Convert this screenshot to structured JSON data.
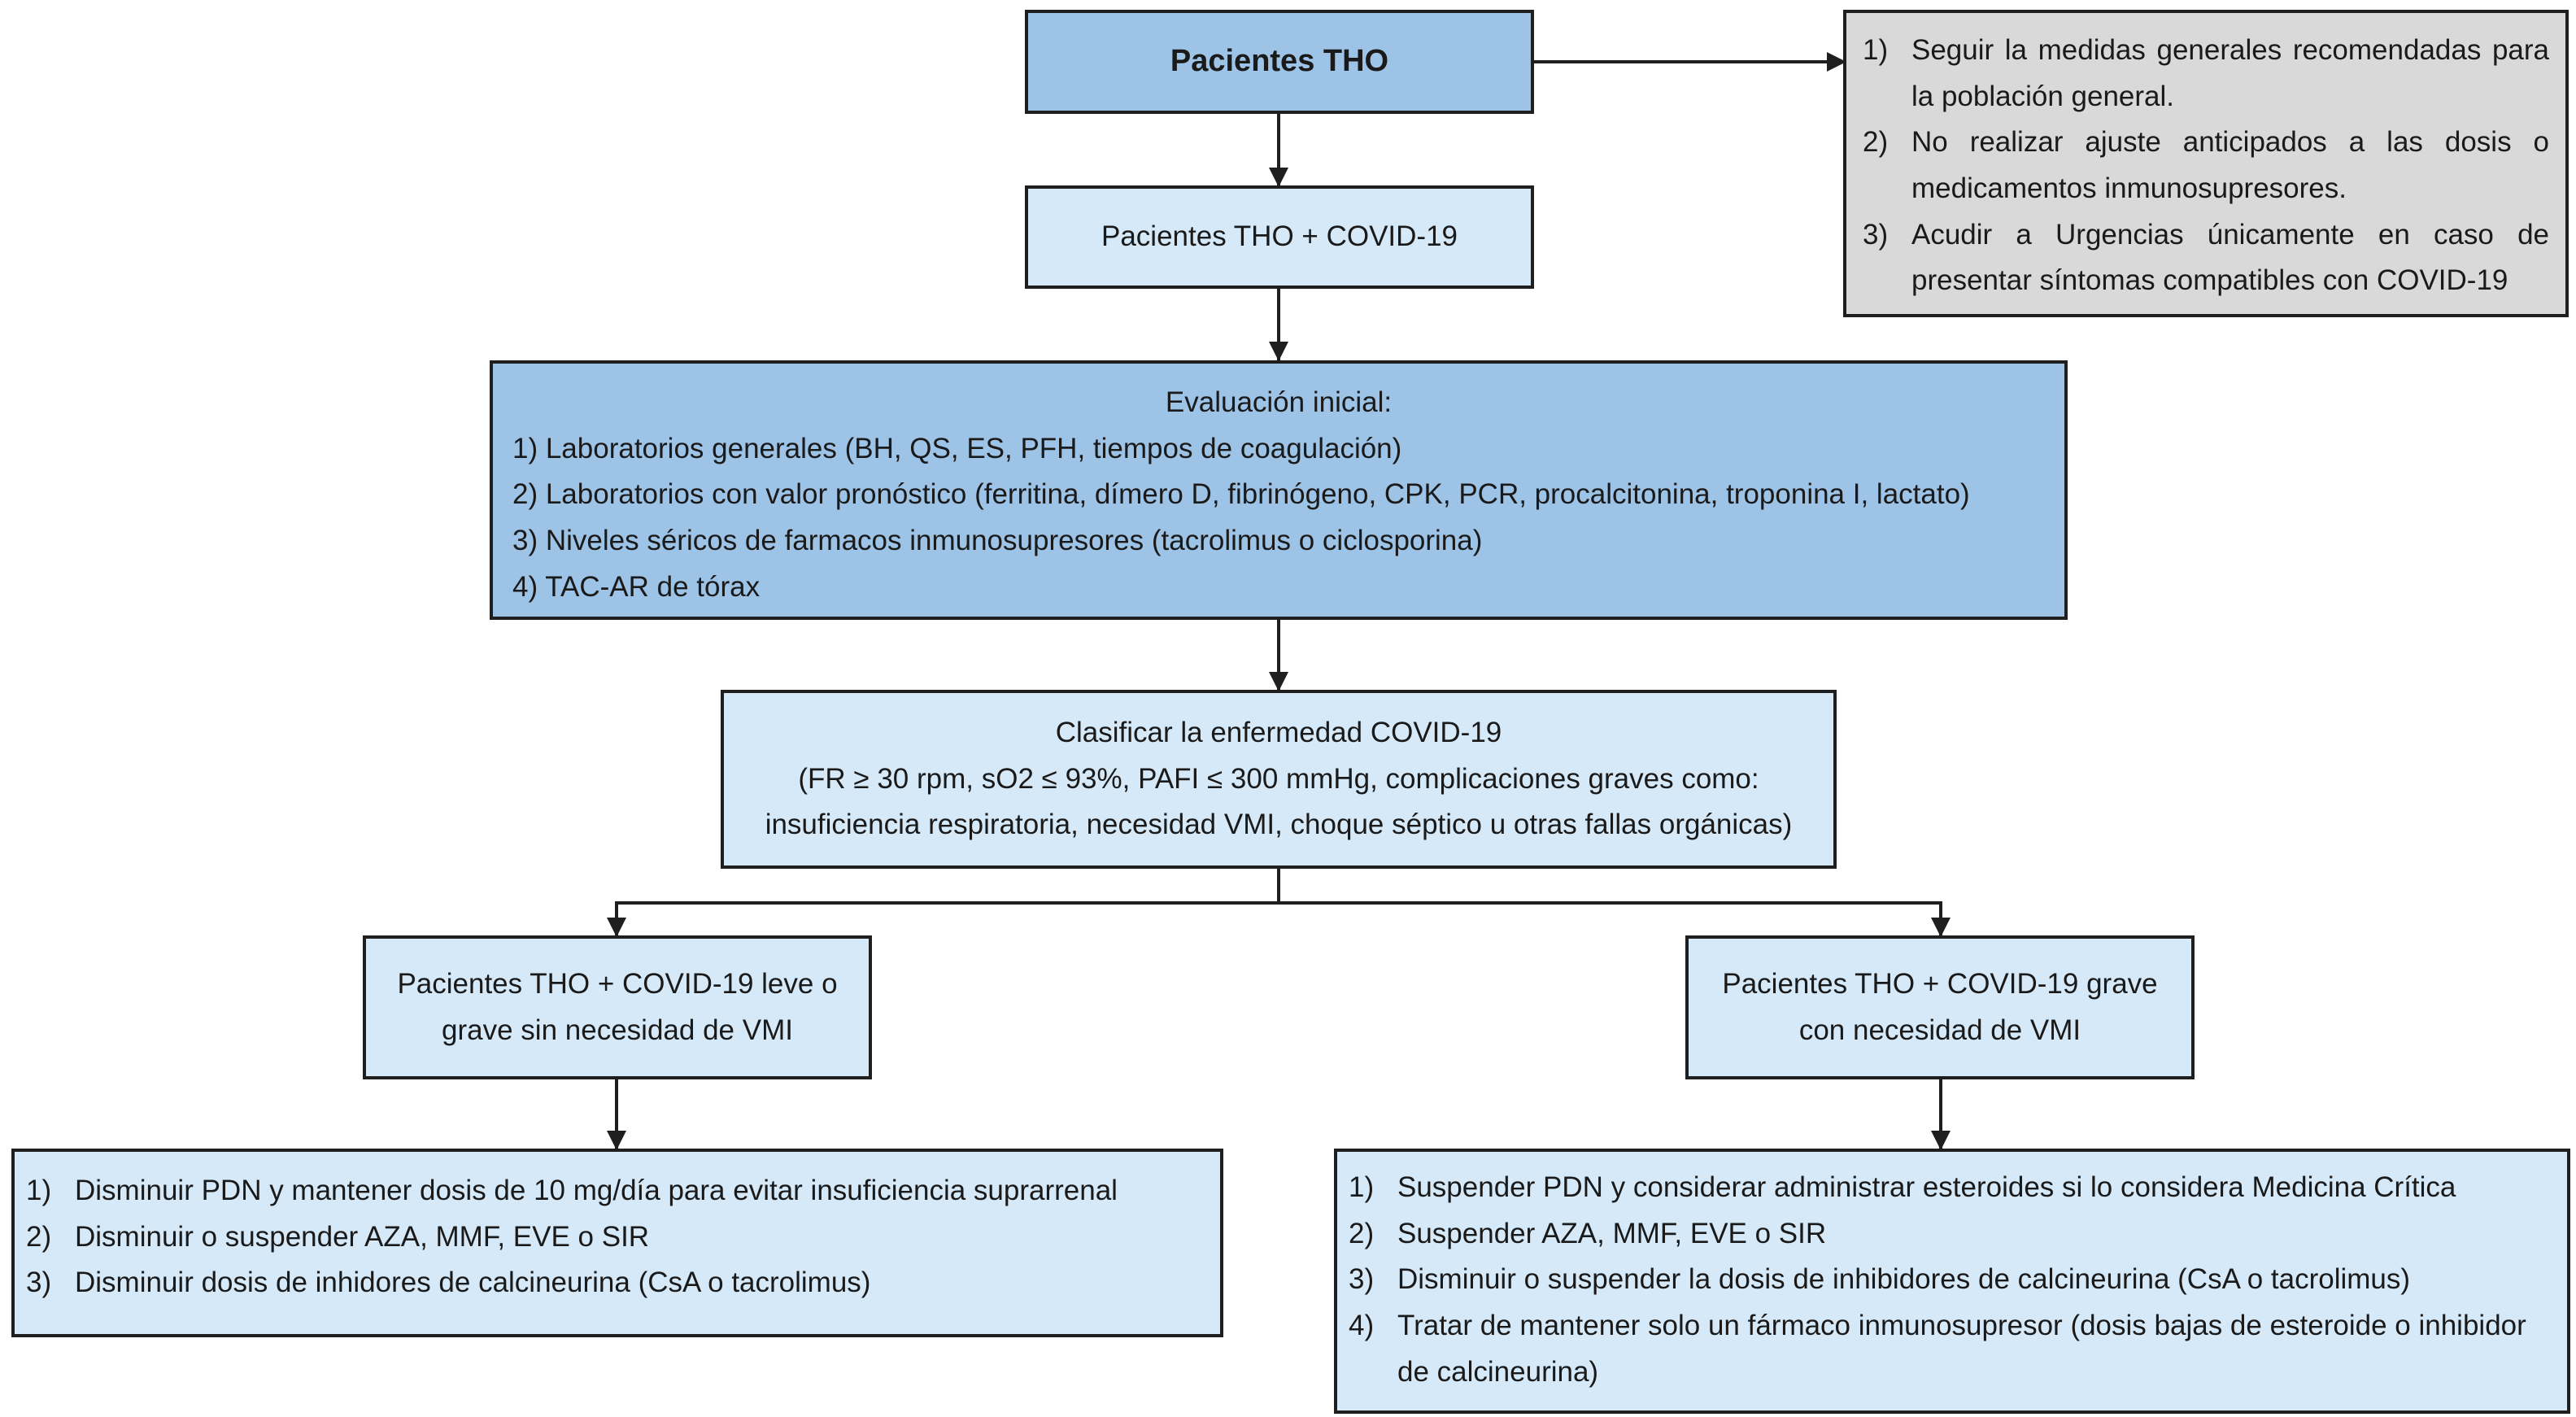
{
  "nodes": {
    "start": "Pacientes THO",
    "covid": "Pacientes THO + COVID-19",
    "evaluation": {
      "title": "Evaluación inicial:",
      "items": [
        "1) Laboratorios generales (BH, QS, ES, PFH, tiempos de coagulación)",
        "2) Laboratorios con valor pronóstico (ferritina, dímero D, fibrinógeno, CPK, PCR, procalcitonina, troponina I, lactato)",
        "3) Niveles séricos de farmacos inmunosupresores (tacrolimus o ciclosporina)",
        "4) TAC-AR de tórax"
      ]
    },
    "classify": {
      "lines": [
        "Clasificar la enfermedad COVID-19",
        "(FR ≥ 30 rpm, sO2 ≤ 93%, PAFI ≤ 300 mmHg, complicaciones graves como:",
        "insuficiencia respiratoria, necesidad VMI, choque séptico u otras fallas orgánicas)"
      ]
    },
    "mild": {
      "lines": [
        "Pacientes THO + COVID-19 leve o",
        "grave sin necesidad de VMI"
      ]
    },
    "severe": {
      "lines": [
        "Pacientes THO + COVID-19 grave",
        "con necesidad de VMI"
      ]
    },
    "general_measures": [
      {
        "num": "1)",
        "text": "Seguir la medidas generales recomendadas para la población general."
      },
      {
        "num": "2)",
        "text": "No realizar ajuste anticipados a las dosis o medicamentos inmunosupresores."
      },
      {
        "num": "3)",
        "text": "Acudir a Urgencias únicamente en caso de presentar síntomas compatibles con COVID-19"
      }
    ],
    "mild_actions": [
      {
        "num": "1)",
        "text": "Disminuir PDN y mantener dosis de 10 mg/día para evitar insuficiencia suprarrenal"
      },
      {
        "num": "2)",
        "text": "Disminuir o suspender AZA, MMF, EVE o SIR"
      },
      {
        "num": "3)",
        "text": "Disminuir dosis de inhidores de calcineurina (CsA o tacrolimus)"
      }
    ],
    "severe_actions": [
      {
        "num": "1)",
        "text": "Suspender PDN y considerar administrar esteroides si lo considera Medicina Crítica"
      },
      {
        "num": "2)",
        "text": "Suspender AZA, MMF, EVE o SIR"
      },
      {
        "num": "3)",
        "text": "Disminuir o suspender la dosis de inhibidores de calcineurina (CsA o tacrolimus)"
      },
      {
        "num": "4)",
        "text": "Tratar de mantener solo un fármaco inmunosupresor (dosis bajas de esteroide o inhibidor de calcineurina)"
      }
    ]
  },
  "colors": {
    "primary_box": "#9dc3e6",
    "light_box": "#d6e9f8",
    "note_box": "#d9d9d9",
    "line": "#1f1f1f"
  }
}
